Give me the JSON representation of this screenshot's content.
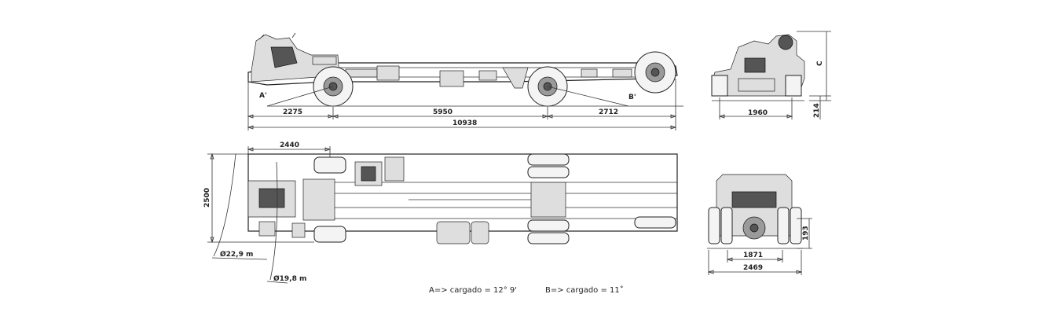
{
  "side_view": {
    "dims": {
      "front_overhang": "2275",
      "wheelbase": "5950",
      "rear_overhang": "2712",
      "overall_length": "10938"
    },
    "markers": {
      "a": "A'",
      "b": "B'"
    }
  },
  "rear_view_top": {
    "dims": {
      "track_width": "1960",
      "height_c": "C",
      "ground_clearance": "214"
    }
  },
  "plan_view": {
    "dims": {
      "front_width": "2440",
      "turn_radius_outer": "Ø22,9 m",
      "turn_radius_inner": "Ø19,8 m",
      "overall_width": "2500"
    }
  },
  "rear_view_bottom": {
    "dims": {
      "rear_track": "1871",
      "rear_width": "2469",
      "axle_height": "193"
    }
  },
  "notes": {
    "angle_a": "A=> cargado = 12° 9'",
    "angle_b": "B=> cargado = 11˚"
  }
}
